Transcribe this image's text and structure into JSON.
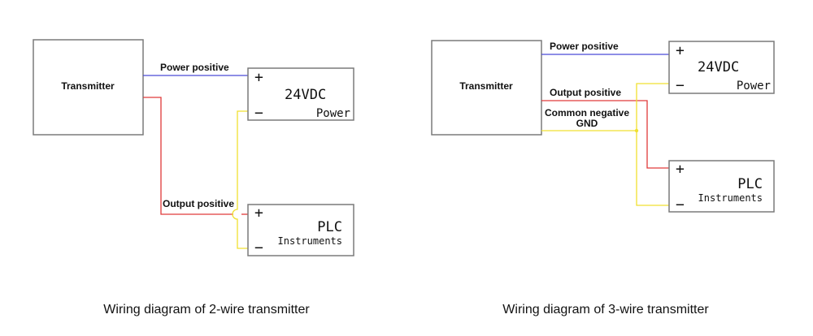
{
  "colors": {
    "power_positive": "#4a4ad8",
    "output_positive": "#e03a3a",
    "negative": "#f0e030",
    "box_stroke": "#7a7a7a"
  },
  "diagrams": [
    {
      "caption": "Wiring diagram of 2-wire transmitter",
      "transmitter": "Transmitter",
      "power_box": {
        "plus": "+",
        "minus": "−",
        "title": "24VDC",
        "subtitle": "Power"
      },
      "plc_box": {
        "plus": "+",
        "minus": "−",
        "title": "PLC",
        "subtitle": "Instruments"
      },
      "wires": {
        "power_positive": "Power positive",
        "output_positive": "Output positive"
      }
    },
    {
      "caption": "Wiring diagram of 3-wire transmitter",
      "transmitter": "Transmitter",
      "power_box": {
        "plus": "+",
        "minus": "−",
        "title": "24VDC",
        "subtitle": "Power"
      },
      "plc_box": {
        "plus": "+",
        "minus": "−",
        "title": "PLC",
        "subtitle": "Instruments"
      },
      "wires": {
        "power_positive": "Power positive",
        "output_positive": "Output positive",
        "common_negative_1": "Common negative",
        "common_negative_2": "GND"
      }
    }
  ]
}
